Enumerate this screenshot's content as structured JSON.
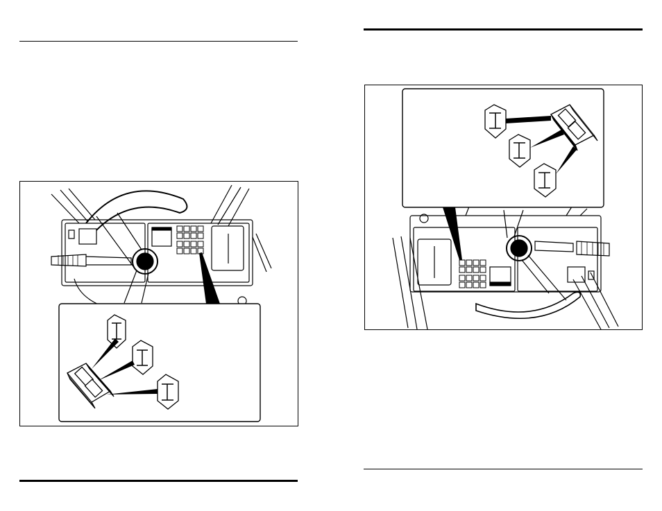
{
  "left_page": {
    "figure": {
      "description_icon_names": [
        "steering-mode-symbol-crab",
        "steering-mode-symbol-four-wheel",
        "steering-mode-symbol-front-wheel"
      ]
    }
  },
  "right_page": {
    "figure": {
      "description_icon_names": [
        "steering-mode-symbol-crab",
        "steering-mode-symbol-front-wheel",
        "steering-mode-symbol-four-wheel"
      ]
    }
  },
  "colors": {
    "line": "#000000",
    "paper": "#ffffff"
  }
}
